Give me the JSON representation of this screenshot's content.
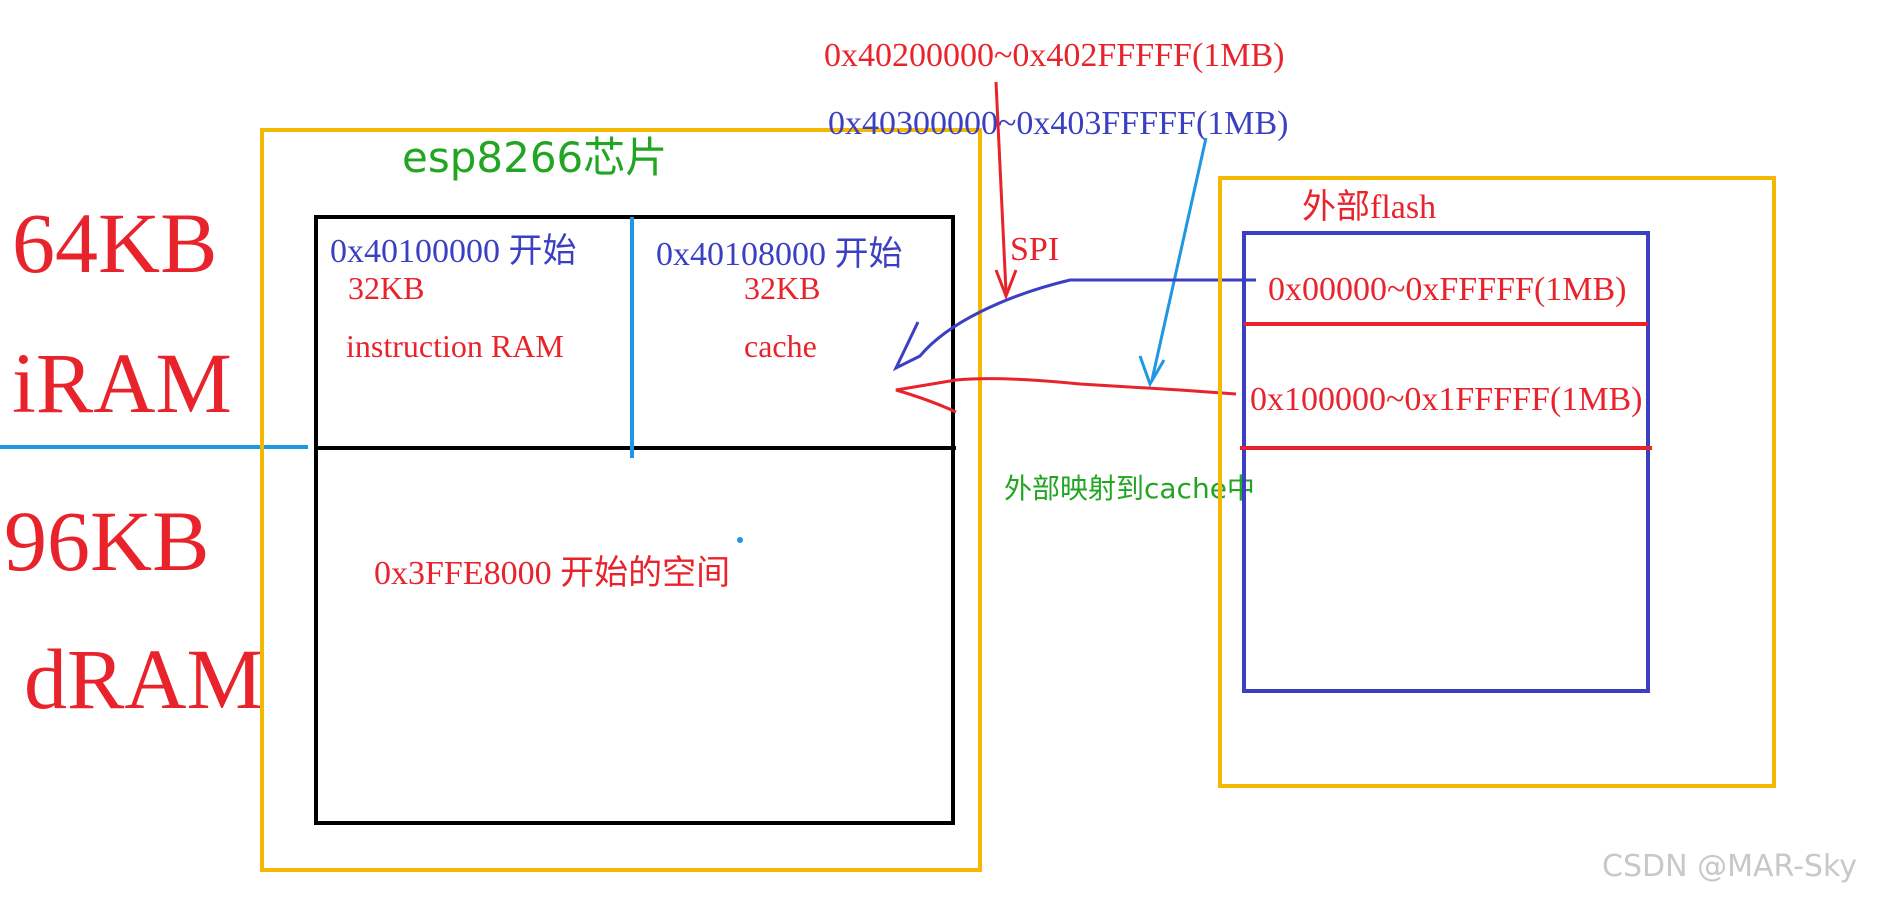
{
  "colors": {
    "red": "#e8232b",
    "blue": "#3b3fc2",
    "cyan_blue": "#1f97e3",
    "orange_border": "#f5b800",
    "green": "#22a522",
    "black": "#000000",
    "watermark": "#c8c8c8"
  },
  "left_labels": {
    "iram_size": "64KB",
    "iram_name": "iRAM",
    "dram_size": "96KB",
    "dram_name": "dRAM"
  },
  "chip": {
    "title": "esp8266芯片",
    "iram_left": {
      "address": "0x40100000 开始",
      "size": "32KB",
      "name": "instruction RAM"
    },
    "iram_right": {
      "address": "0x40108000 开始",
      "size": "32KB",
      "name": "cache"
    },
    "dram": {
      "label": "0x3FFE8000 开始的空间"
    }
  },
  "mapping": {
    "addr_range_1": "0x40200000~0x402FFFFF(1MB)",
    "addr_range_2": "0x40300000~0x403FFFFF(1MB)",
    "spi_label": "SPI",
    "map_note": "外部映射到cache中"
  },
  "flash": {
    "title": "外部flash",
    "region_1": "0x00000~0xFFFFF(1MB)",
    "region_2": "0x100000~0x1FFFFF(1MB)"
  },
  "watermark": "CSDN @MAR-Sky"
}
